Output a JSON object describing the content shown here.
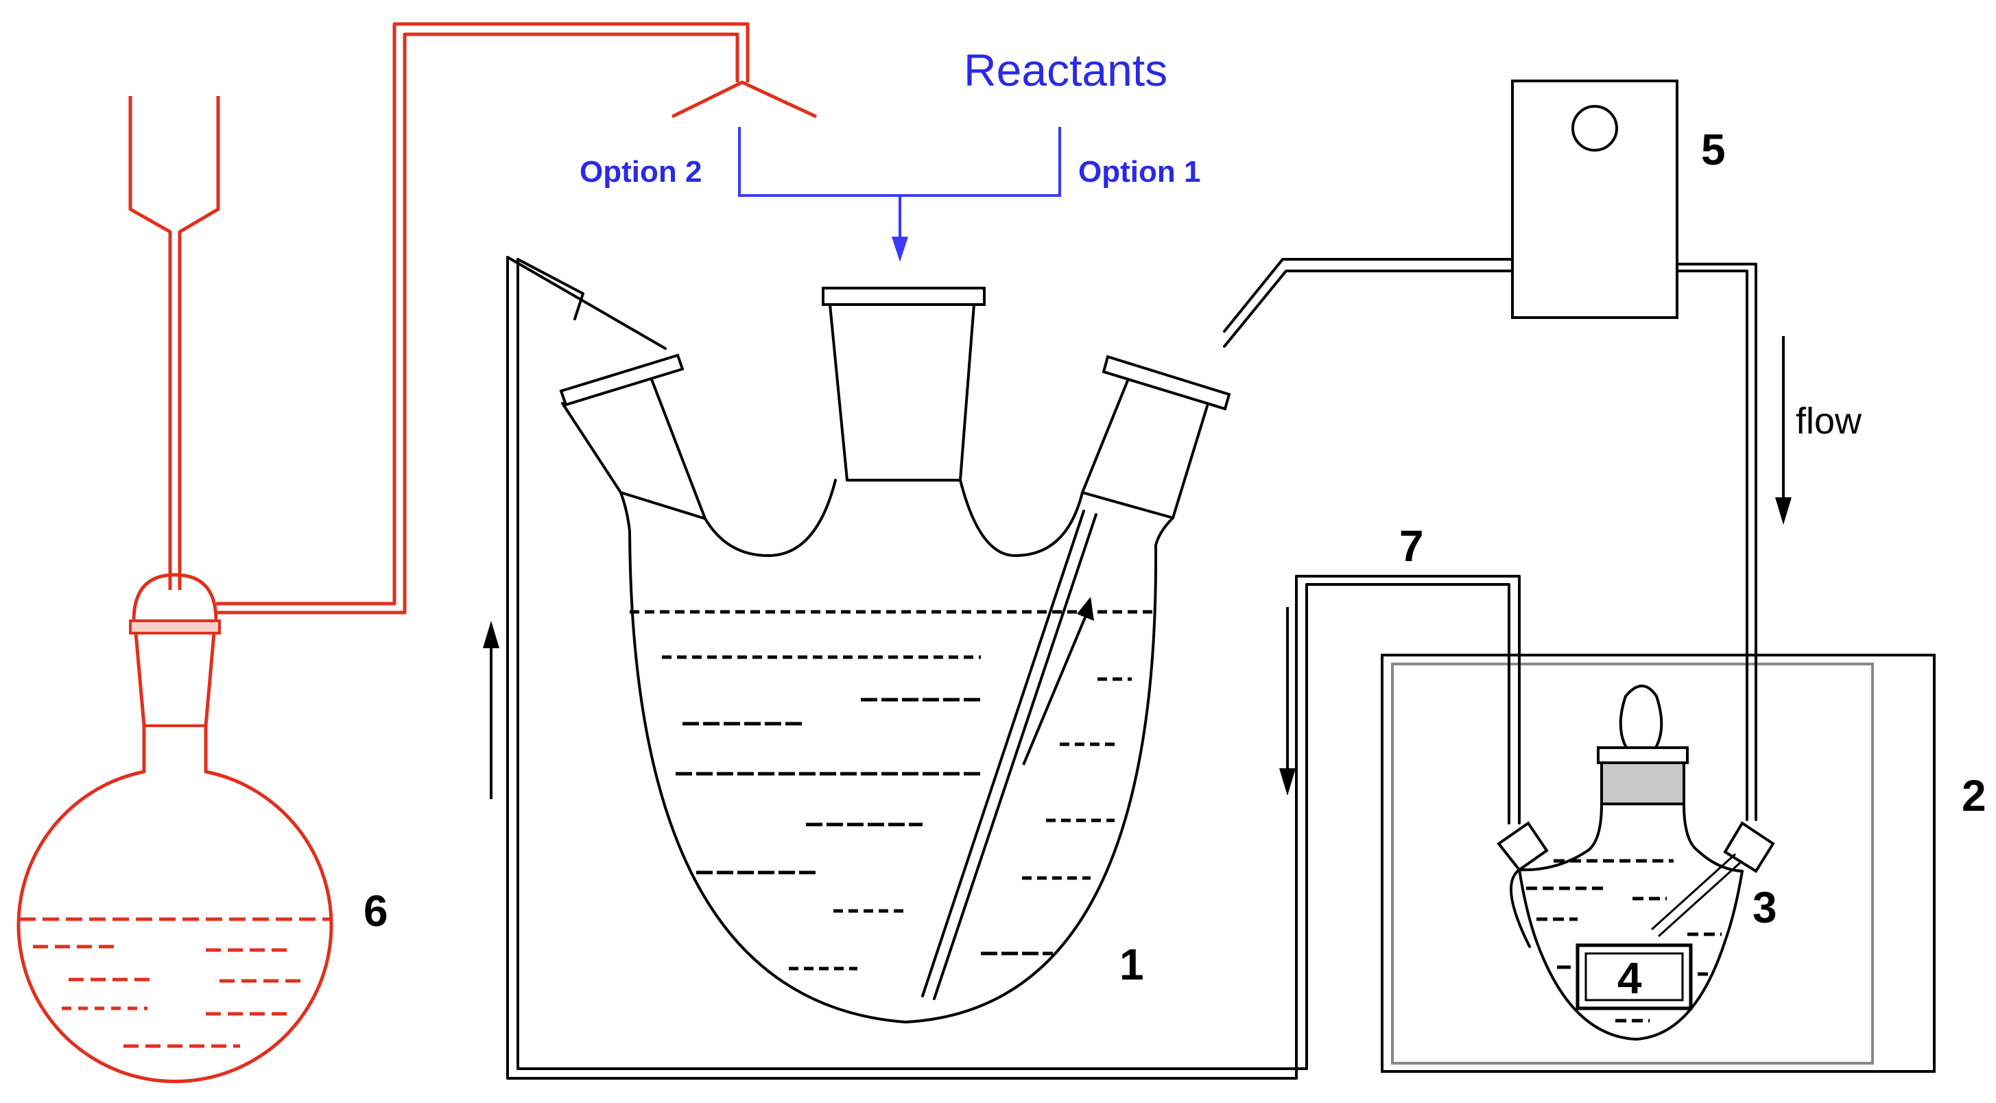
{
  "reactants": {
    "title": "Reactants",
    "option_left": "Option 2",
    "option_right": "Option 1"
  },
  "labels": {
    "n1": "1",
    "n2": "2",
    "n3": "3",
    "n4": "4",
    "n5": "5",
    "n6": "6",
    "n7": "7"
  },
  "flow_text": "flow",
  "colors": {
    "red_apparatus": "#e0301e",
    "reactant_blue": "#2a2ae6",
    "line": "#000000"
  }
}
